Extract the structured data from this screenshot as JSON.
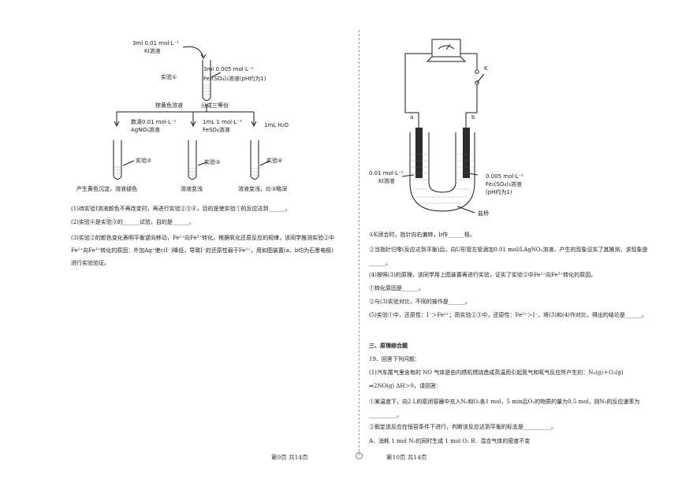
{
  "left": {
    "fig": {
      "reagent_top_1": "3ml  0.01 mol·L⁻¹",
      "reagent_top_2": "KI溶液",
      "reagent_main_1": "3ml  0.005 mol·L⁻¹",
      "reagent_main_2": "Fe₂(SO₄)₃溶液(pH约为1)",
      "exp1": "实验①",
      "split_left": "棕黄色溶液",
      "split_right": "分成三等份",
      "add2_1": "数滴0.01 mol·L⁻¹",
      "add2_2": "AgNO₃溶液",
      "add3_1": "1mL  1 mol·L⁻¹",
      "add3_2": "FeSO₄溶液",
      "add4": "1mL H₂O",
      "exp2": "实验②",
      "exp3": "实验③",
      "exp4": "实验④",
      "res2": "产生黄色沉淀，溶液褪色",
      "res3": "溶液变浅",
      "res4": "溶液变浅，比③略深"
    },
    "q1": "(1)待实验Ⅰ溶液颜色不再改变时，再进行实验②③④，目的是使实验①的反应达到______。",
    "q2": "(2)实验④是实验③的______试验，目的是______。",
    "q3": "(3)实验②的颜色变化表明平衡逆向移动，Fe²⁺向Fe³⁺转化。根据氧化还原反应的规律，该同学推测实验②中Fe²⁺向Fe³⁺转化的原因：外加Ag⁺使c(I⁻)降低，导致I⁻的还原性弱于Fe²⁺，用如图装置(a、b均为石墨电极)进行实验验证。"
  },
  "right": {
    "fig": {
      "switch": "K",
      "electrode_a": "a",
      "electrode_b": "b",
      "left_sol_1": "0.01 mol·L⁻¹",
      "left_sol_2": "KI溶液",
      "right_sol_1": "0.005 mol·L⁻¹",
      "right_sol_2": "Fe₂(SO₄)₃溶液",
      "right_sol_3": "(pH约为1)",
      "salt_bridge": "盐桥"
    },
    "q3a": "①K闭合时，指针向右偏转，b作______极。",
    "q3b": "②当指针归零(反应达到平衡)后，向U形管左管滴加0.01 mol/LAgNO₃溶液，产生的现象证实了其推测，该现象是______。",
    "q4": "(4)按照(3)的原理，该同学用上图装置再进行实验，证实了实验②中Fe²⁺向Fe³⁺转化的原因。",
    "q4a": "①转化原因是______。",
    "q4b": "②与(3)实验对比，不同的操作是______。",
    "q5": "(5)实验①中，还原性：I⁻＞Fe²⁺；而实验②③中，还原性：Fe²⁺＞I⁻，将(3)和(4)作对比，得出的结论是______。",
    "section": "三、原理综合题",
    "q19": "19．回答下列问题：",
    "q19_1a": "(1)汽车尾气里含有的 NO 气体是由内燃机燃烧造成高温而引起氮气和氧气反应所产生的：N₂(g)＋O₂(g)",
    "q19_1b": "⇌2NO(g)   ΔH＞0，请回答：",
    "q19_1c": "①某温度下，向2 L的密闭容器中充入N₂和O₂各1 mol，5 min后O₂的物质的量为0.5 mol，则N₂的反应速率为__________。",
    "q19_1d": "②假定该反应在恒容条件下进行，判断该反应达到平衡的标志是__________。",
    "q19_1e": "A．消耗 1 mol N₂的同时生成 1 mol O₂   B．混合气体的密度不变"
  },
  "footer": {
    "left": "第9页  共14页",
    "right": "第10页  共14页"
  }
}
